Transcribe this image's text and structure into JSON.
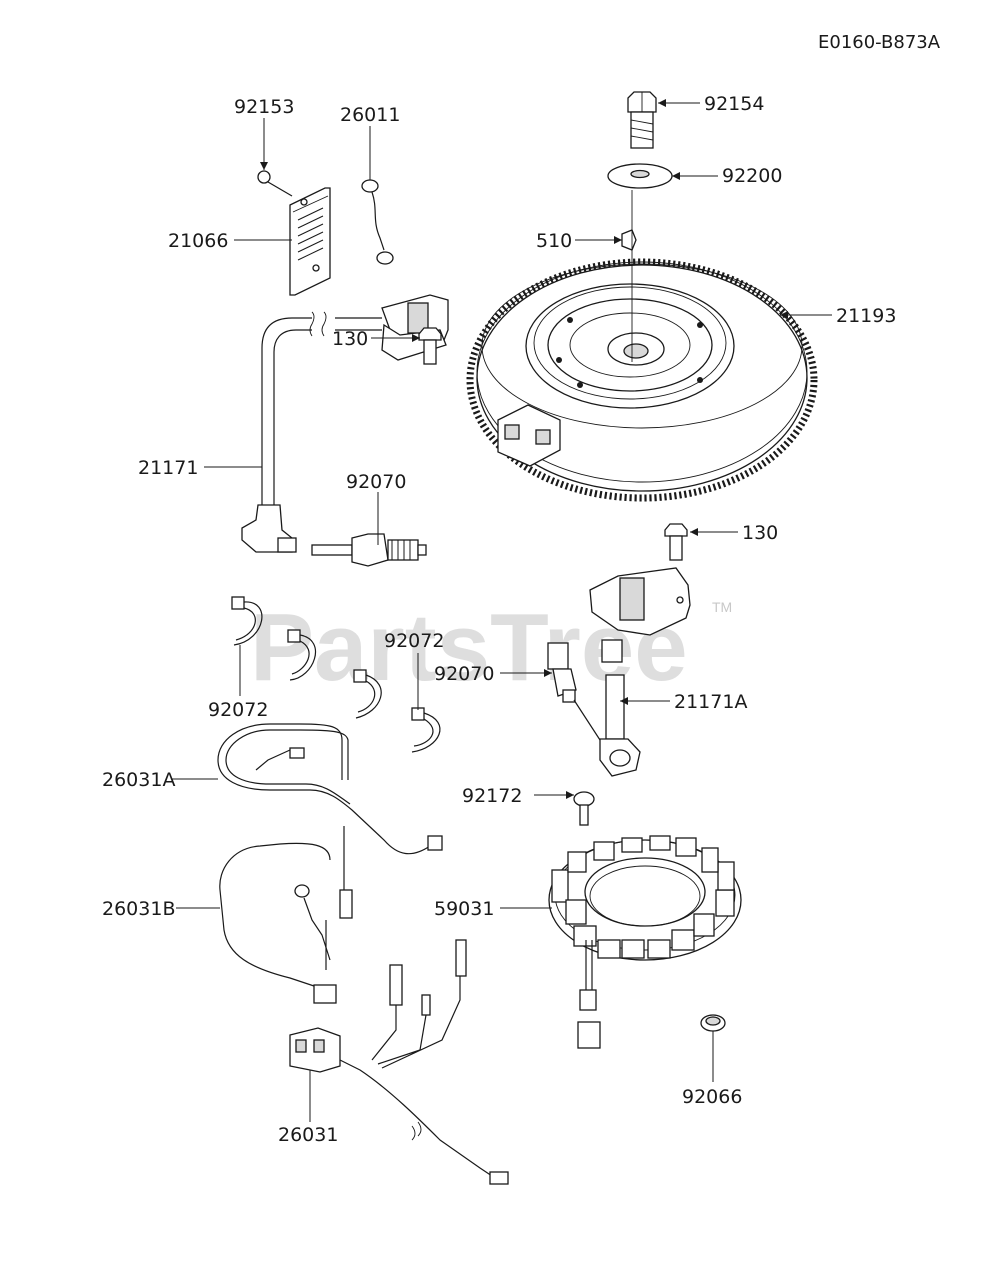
{
  "diagram_code": "E0160-B873A",
  "watermark": {
    "text": "PartsTree",
    "trademark": "TM"
  },
  "part_labels": {
    "p92153": "92153",
    "p26011": "26011",
    "p21066": "21066",
    "p92154": "92154",
    "p92200": "92200",
    "p510": "510",
    "p21193": "21193",
    "p130a": "130",
    "p21171": "21171",
    "p92070a": "92070",
    "p130b": "130",
    "p92072a": "92072",
    "p92072b": "92072",
    "p92070b": "92070",
    "p21171A": "21171A",
    "p26031A": "26031A",
    "p92172": "92172",
    "p26031B": "26031B",
    "p59031": "59031",
    "p92066": "92066",
    "p26031": "26031"
  }
}
